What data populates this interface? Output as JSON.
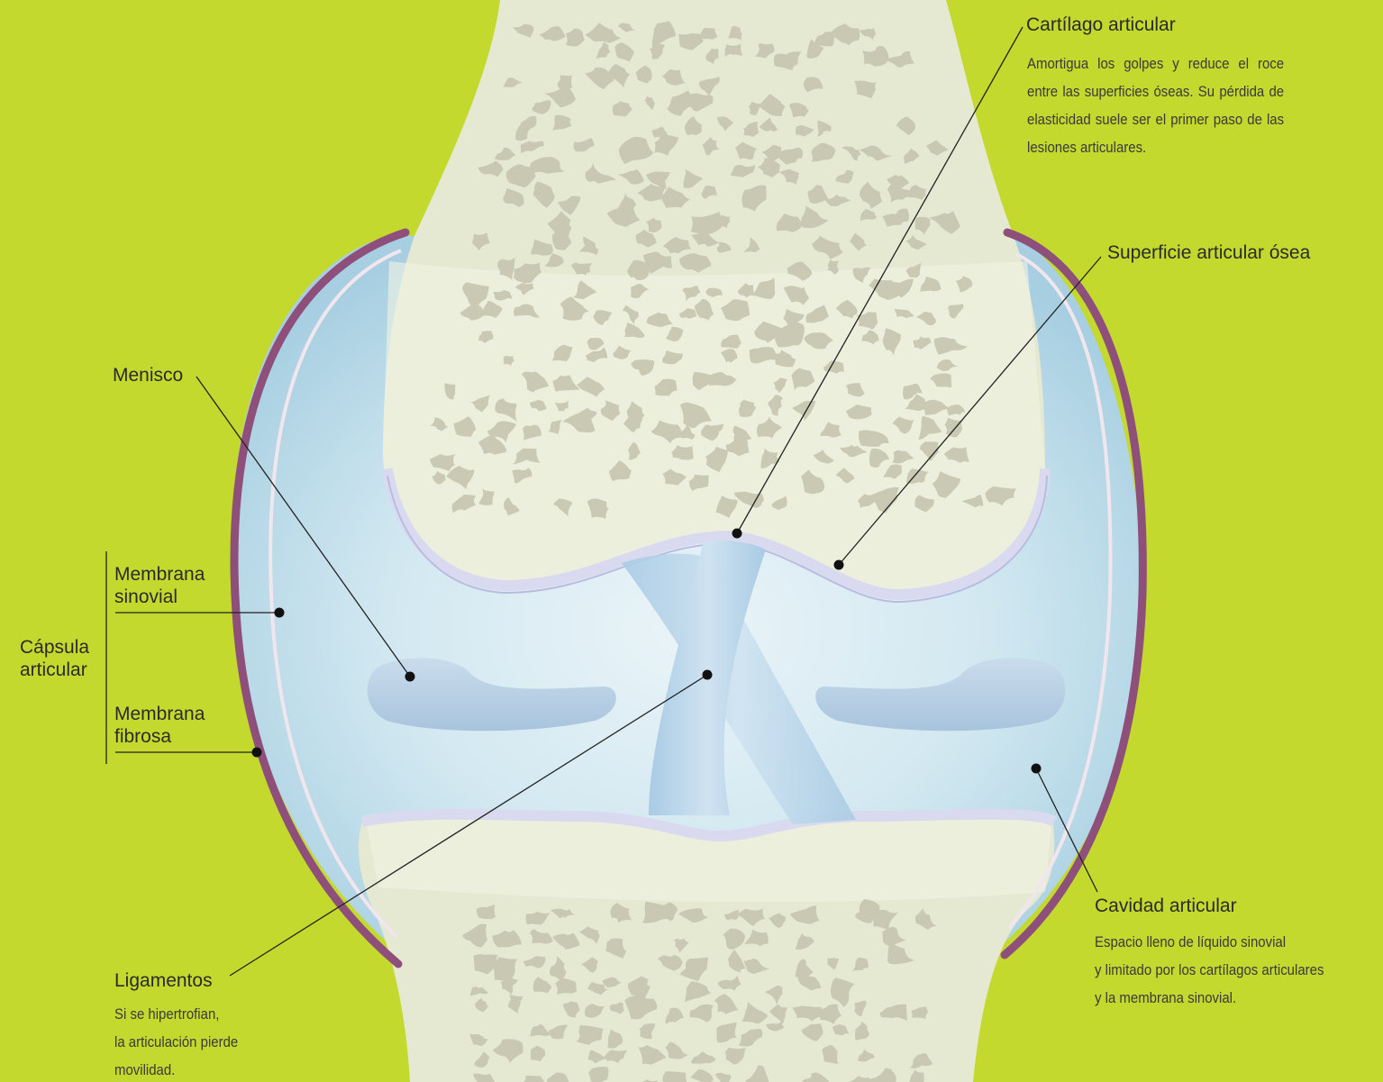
{
  "colors": {
    "background": "#c4d92e",
    "bone": "#e6e9d1",
    "spongy_bone": "#c5c4ae",
    "synovial_fluid": "#bcdbe8",
    "cartilage": "#e9ebf4",
    "fibrous_membrane": "#8e4f7b",
    "synovial_membrane": "#f2e6ee",
    "ligament": "#b7d4ea",
    "meniscus": "#b9d1e5",
    "leader_line": "#222222"
  },
  "labels": {
    "cartilago": {
      "title": "Cartílago articular",
      "desc": "Amortigua los golpes y reduce el roce entre las superficies óseas. Su pérdida de elasticidad suele ser el primer paso de las lesiones articulares."
    },
    "superficie": {
      "title": "Superficie articular ósea"
    },
    "menisco": {
      "title": "Menisco"
    },
    "capsula": {
      "title_line1": "Cápsula",
      "title_line2": "articular",
      "sinovial_line1": "Membrana",
      "sinovial_line2": "sinovial",
      "fibrosa_line1": "Membrana",
      "fibrosa_line2": "fibrosa"
    },
    "cavidad": {
      "title": "Cavidad articular",
      "desc_line1": "Espacio lleno de líquido sinovial",
      "desc_line2": "y limitado por los cartílagos articulares",
      "desc_line3": "y la membrana sinovial."
    },
    "ligamentos": {
      "title": "Ligamentos",
      "desc_line1": "Si se hipertrofian,",
      "desc_line2": "la articulación pierde",
      "desc_line3": "movilidad."
    }
  }
}
